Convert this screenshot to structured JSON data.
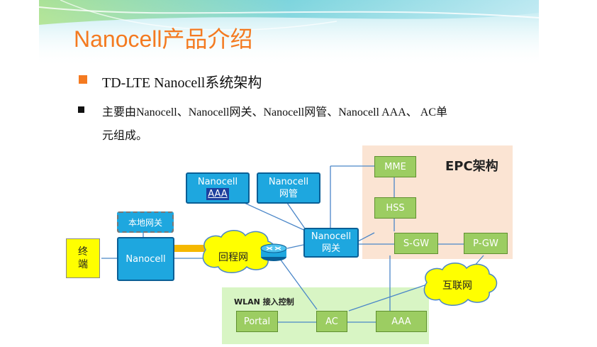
{
  "slide": {
    "title": "Nanocell产品介绍",
    "subtitle": "TD-LTE  Nanocell系统架构",
    "body_line1": "主要由Nanocell、Nanocell网关、Nanocell网管、Nanocell AAA、 AC单",
    "body_line2": "元组成。"
  },
  "diagram": {
    "epc_label": "EPC架构",
    "wlan_label": "WLAN 接入控制",
    "nodes": {
      "mme": "MME",
      "hss": "HSS",
      "sgw": "S-GW",
      "pgw": "P-GW",
      "nanocell_aaa_line1": "Nanocell",
      "nanocell_aaa_line2": "AAA",
      "nanocell_nms_line1": "Nanocell",
      "nanocell_nms_line2": "网管",
      "nanocell_gw_line1": "Nanocell",
      "nanocell_gw_line2": "网关",
      "local_gw": "本地网关",
      "nanocell": "Nanocell",
      "terminal_line1": "终",
      "terminal_line2": "端",
      "backhaul": "回程网",
      "internet": "互联网",
      "portal": "Portal",
      "ac": "AC",
      "aaa": "AAA"
    }
  },
  "colors": {
    "title_orange": "#f47a20",
    "epc_bg": "#fbe4d3",
    "wlan_bg": "#d8f5c4",
    "green_node": "#9ccd62",
    "blue_node": "#1ea7df",
    "terminal_yellow": "#ffff00",
    "link_blue": "#4a86c8",
    "link_orange": "#f5b800"
  }
}
